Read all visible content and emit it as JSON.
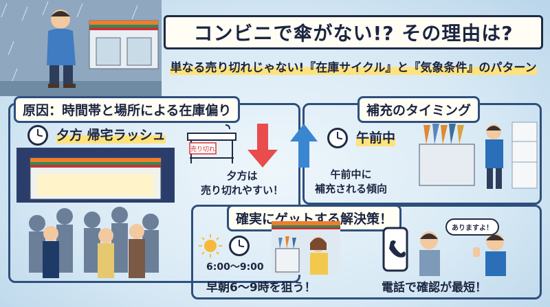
{
  "header": {
    "title": "コンビニで傘がない!? その理由は?",
    "subtitle": "単なる売り切れじゃない!『在庫サイクル』と『気象条件』のパターン"
  },
  "cause": {
    "heading": "原因：時間帯と場所による在庫偏り",
    "time_label": "夕方 帰宅ラッシュ",
    "sign": "売り切れ",
    "note_line1": "夕方は",
    "note_line2": "売り切れやすい！"
  },
  "refill": {
    "heading": "補充のタイミング",
    "time_label": "午前中",
    "note_line1": "午前中に",
    "note_line2": "補充される傾向"
  },
  "solution": {
    "heading": "確実にゲットする解決策！",
    "time_range": "6:00～9:00",
    "early_tip": "早朝6～9時を狙う！",
    "phone_tip": "電話で確認が最短！",
    "speech": "ありますよ！"
  },
  "colors": {
    "accent_yellow": "#ffe27a",
    "arrow_red": "#e84c4c",
    "arrow_blue": "#3a86d1",
    "frame_blue": "#2d4f7c"
  }
}
